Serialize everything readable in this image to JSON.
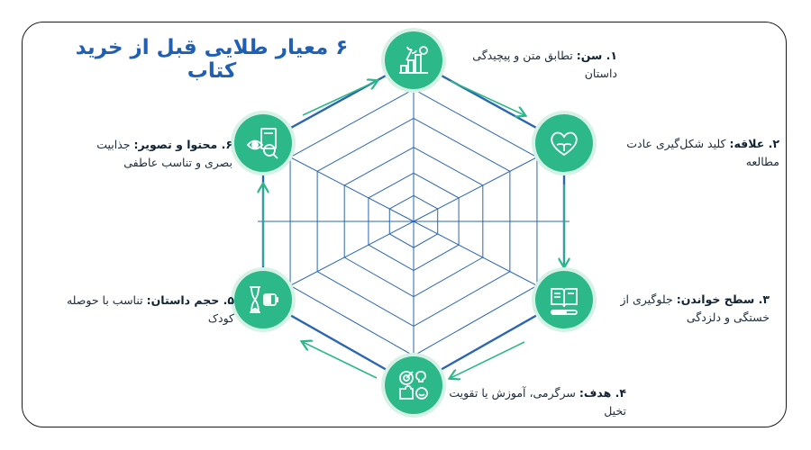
{
  "title": "۶ معیار طلایی قبل از خرید کتاب",
  "criteria": [
    {
      "num": "۱.",
      "name": "سن:",
      "desc": "تطابق متن و پیچیدگی داستان",
      "icon": "growth-chart-icon"
    },
    {
      "num": "۲.",
      "name": "علاقه:",
      "desc": "کلید شکل‌گیری عادت مطالعه",
      "icon": "heart-book-icon"
    },
    {
      "num": "۳.",
      "name": "سطح خواندن:",
      "desc": "جلوگیری از خستگی و دلزدگی",
      "icon": "reading-level-icon"
    },
    {
      "num": "۴.",
      "name": "هدف:",
      "desc": "سرگرمی، آموزش یا تقویت تخیل",
      "icon": "target-puzzle-icon"
    },
    {
      "num": "۵.",
      "name": "حجم داستان:",
      "desc": "تناسب با حوصله کودک",
      "icon": "hourglass-battery-icon"
    },
    {
      "num": "۶.",
      "name": "محتوا و تصویر:",
      "desc": "جذابیت بصری و تناسب عاطفی",
      "icon": "eye-book-icon"
    }
  ],
  "colors": {
    "accent": "#2cb889",
    "web": "#2b66b3",
    "title": "#1f5fb4"
  }
}
